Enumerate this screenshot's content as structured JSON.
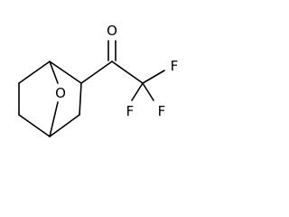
{
  "molecule": {
    "atoms": {
      "bridge_oxygen": "O",
      "carbonyl_oxygen": "O",
      "fluorine_top": "F",
      "fluorine_left": "F",
      "fluorine_right": "F"
    },
    "colors": {
      "bond": "#000000",
      "label": "#000000",
      "background": "#ffffff"
    }
  }
}
